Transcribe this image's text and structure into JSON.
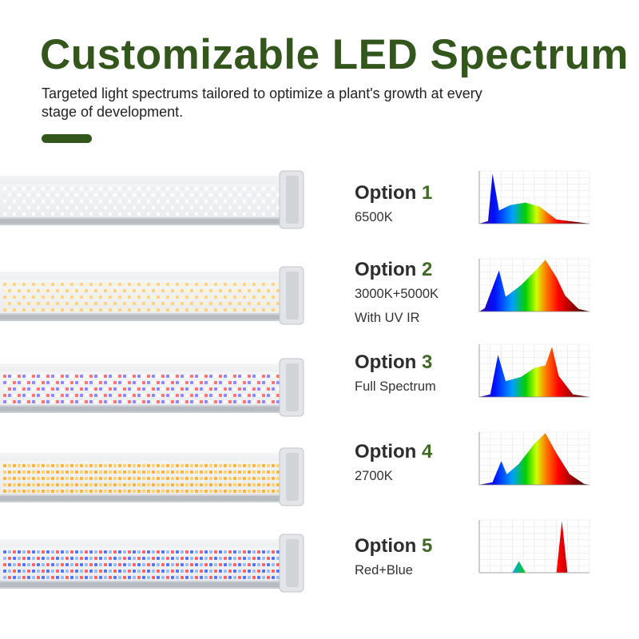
{
  "header": {
    "title": "Customizable LED Spectrum",
    "subtitle": "Targeted light spectrums tailored to optimize a plant's growth at every stage of development."
  },
  "colors": {
    "brand_green": "#33561c",
    "option_number_green": "#3f6a24"
  },
  "options": [
    {
      "prefix": "Option ",
      "number": "1",
      "lines": [
        "6500K"
      ],
      "led_colors": [
        "#ffffff",
        "#e9eef5"
      ]
    },
    {
      "prefix": "Option ",
      "number": "2",
      "lines": [
        "3000K+5000K",
        "With UV IR"
      ],
      "led_colors": [
        "#ffd27a",
        "#fff1c9"
      ]
    },
    {
      "prefix": "Option ",
      "number": "3",
      "lines": [
        "Full Spectrum"
      ],
      "led_colors": [
        "#ff6a6a",
        "#8a7dff",
        "#ffffff"
      ]
    },
    {
      "prefix": "Option ",
      "number": "4",
      "lines": [
        "2700K"
      ],
      "led_colors": [
        "#ffb02e",
        "#ffd06a"
      ]
    },
    {
      "prefix": "Option ",
      "number": "5",
      "lines": [
        "Red+Blue"
      ],
      "led_colors": [
        "#4a6bff",
        "#8fb8ff",
        "#ff5a5a"
      ]
    }
  ]
}
